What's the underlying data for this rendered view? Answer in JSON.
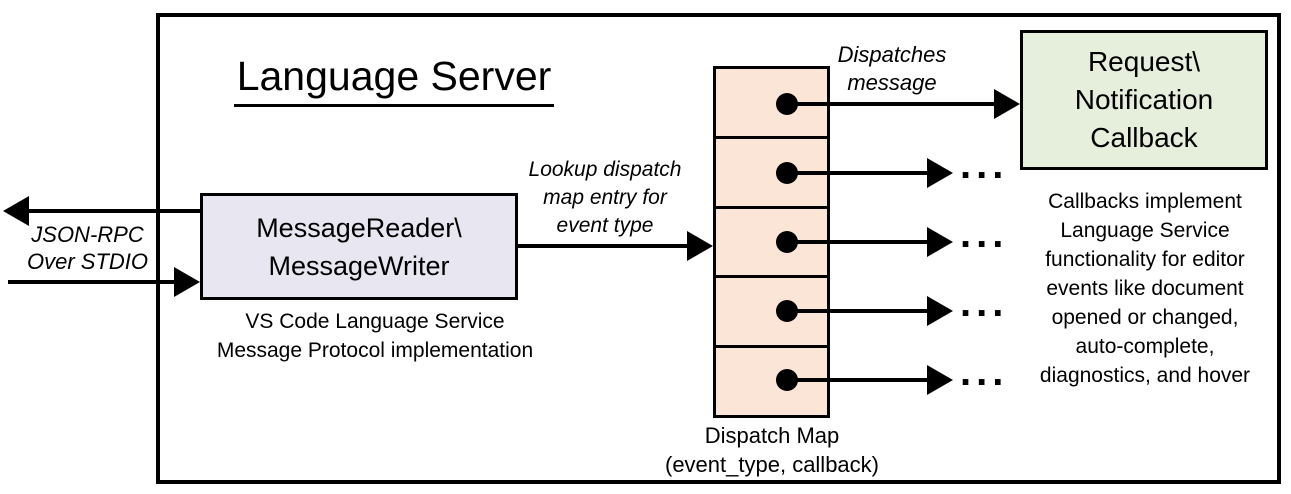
{
  "colors": {
    "stroke": "#000000",
    "reader_fill": "#E8E6F0",
    "dispatch_fill": "#FBE5D6",
    "callback_fill": "#E6EEDC"
  },
  "diagram": {
    "title": "Language Server",
    "io_label_line1": "JSON-RPC",
    "io_label_line2": "Over STDIO",
    "reader_box_line1": "MessageReader\\",
    "reader_box_line2": "MessageWriter",
    "reader_caption_line1": "VS Code Language Service",
    "reader_caption_line2": "Message Protocol implementation",
    "lookup_line1": "Lookup dispatch",
    "lookup_line2": "map entry for",
    "lookup_line3": "event type",
    "dispatches_line1": "Dispatches",
    "dispatches_line2": "message",
    "callback_box_line1": "Request\\",
    "callback_box_line2": "Notification",
    "callback_box_line3": "Callback",
    "dispatch_label_line1": "Dispatch Map",
    "dispatch_label_line2": "(event_type, callback)",
    "note_lines": [
      "Callbacks implement",
      "Language Service",
      "functionality for editor",
      "events like document",
      "opened or changed,",
      "auto-complete,",
      "diagnostics, and hover"
    ],
    "ellipsis": "..."
  }
}
